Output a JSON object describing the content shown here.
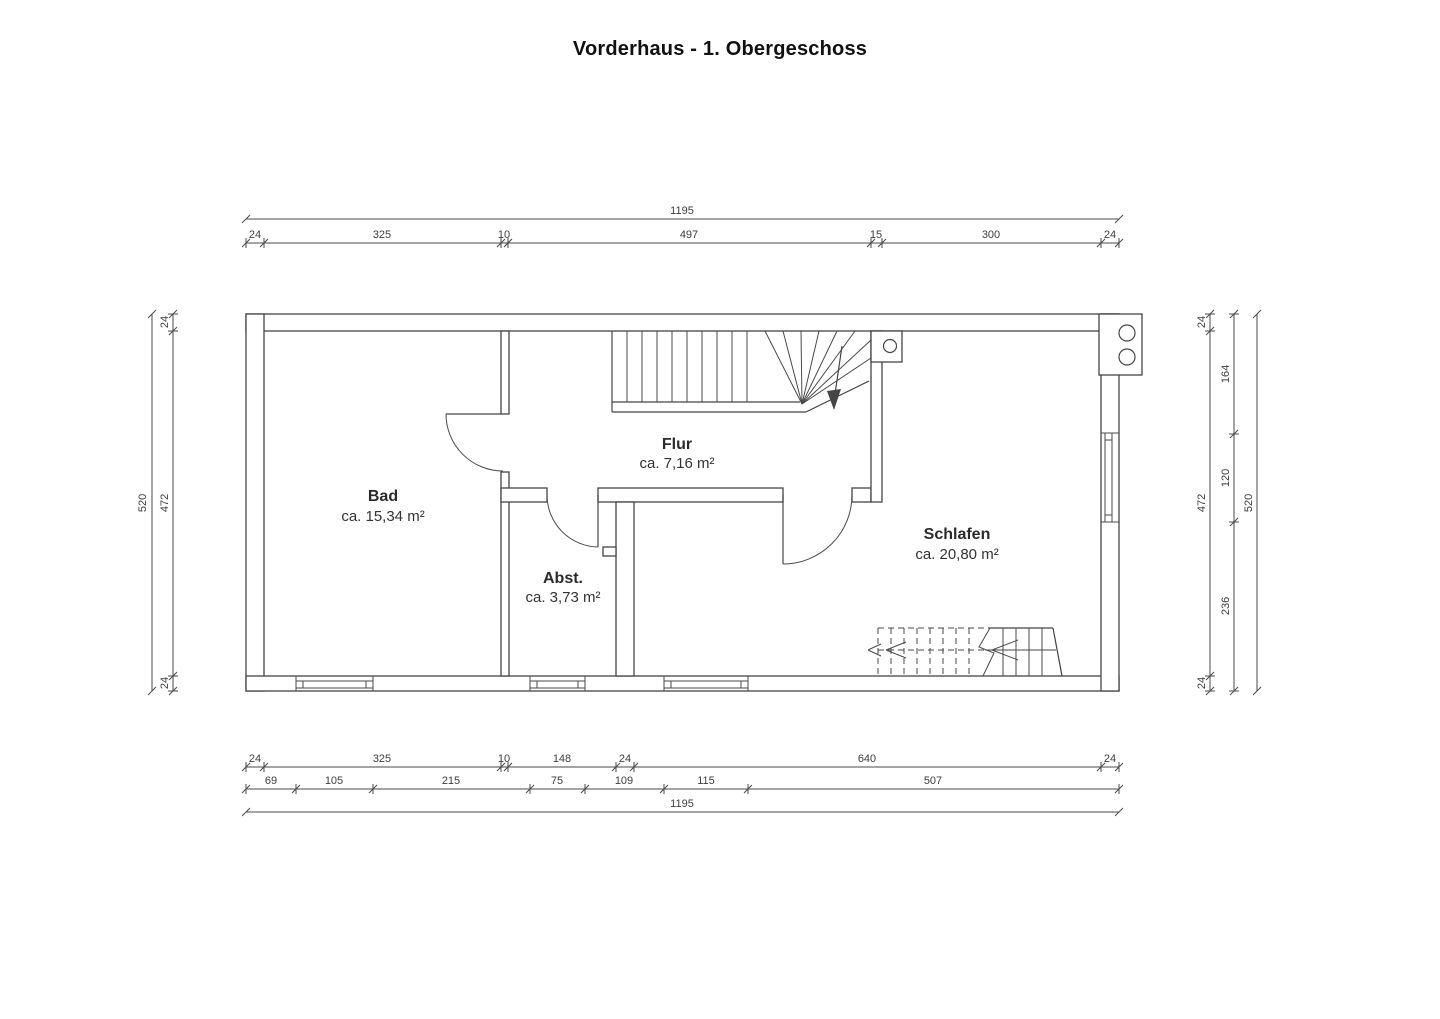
{
  "title": "Vorderhaus - 1. Obergeschoss",
  "rooms": {
    "bad": {
      "name": "Bad",
      "area": "ca. 15,34 m²"
    },
    "flur": {
      "name": "Flur",
      "area": "ca. 7,16 m²"
    },
    "abst": {
      "name": "Abst.",
      "area": "ca. 3,73 m²"
    },
    "schlafen": {
      "name": "Schlafen",
      "area": "ca. 20,80 m²"
    }
  },
  "dims": {
    "top_total": "1195",
    "top_chain": [
      "24",
      "325",
      "10",
      "497",
      "15",
      "300",
      "24"
    ],
    "bottom_chain": [
      "24",
      "325",
      "10",
      "148",
      "24",
      "640",
      "24"
    ],
    "bottom_sub": [
      "69",
      "105",
      "215",
      "75",
      "109",
      "115",
      "507"
    ],
    "bottom_total": "1195",
    "left_total": "520",
    "left_chain": [
      "24",
      "472",
      "24"
    ],
    "right_chain": [
      "24",
      "472",
      "24"
    ],
    "right_sub": [
      "164",
      "120",
      "236"
    ],
    "right_total": "520"
  }
}
